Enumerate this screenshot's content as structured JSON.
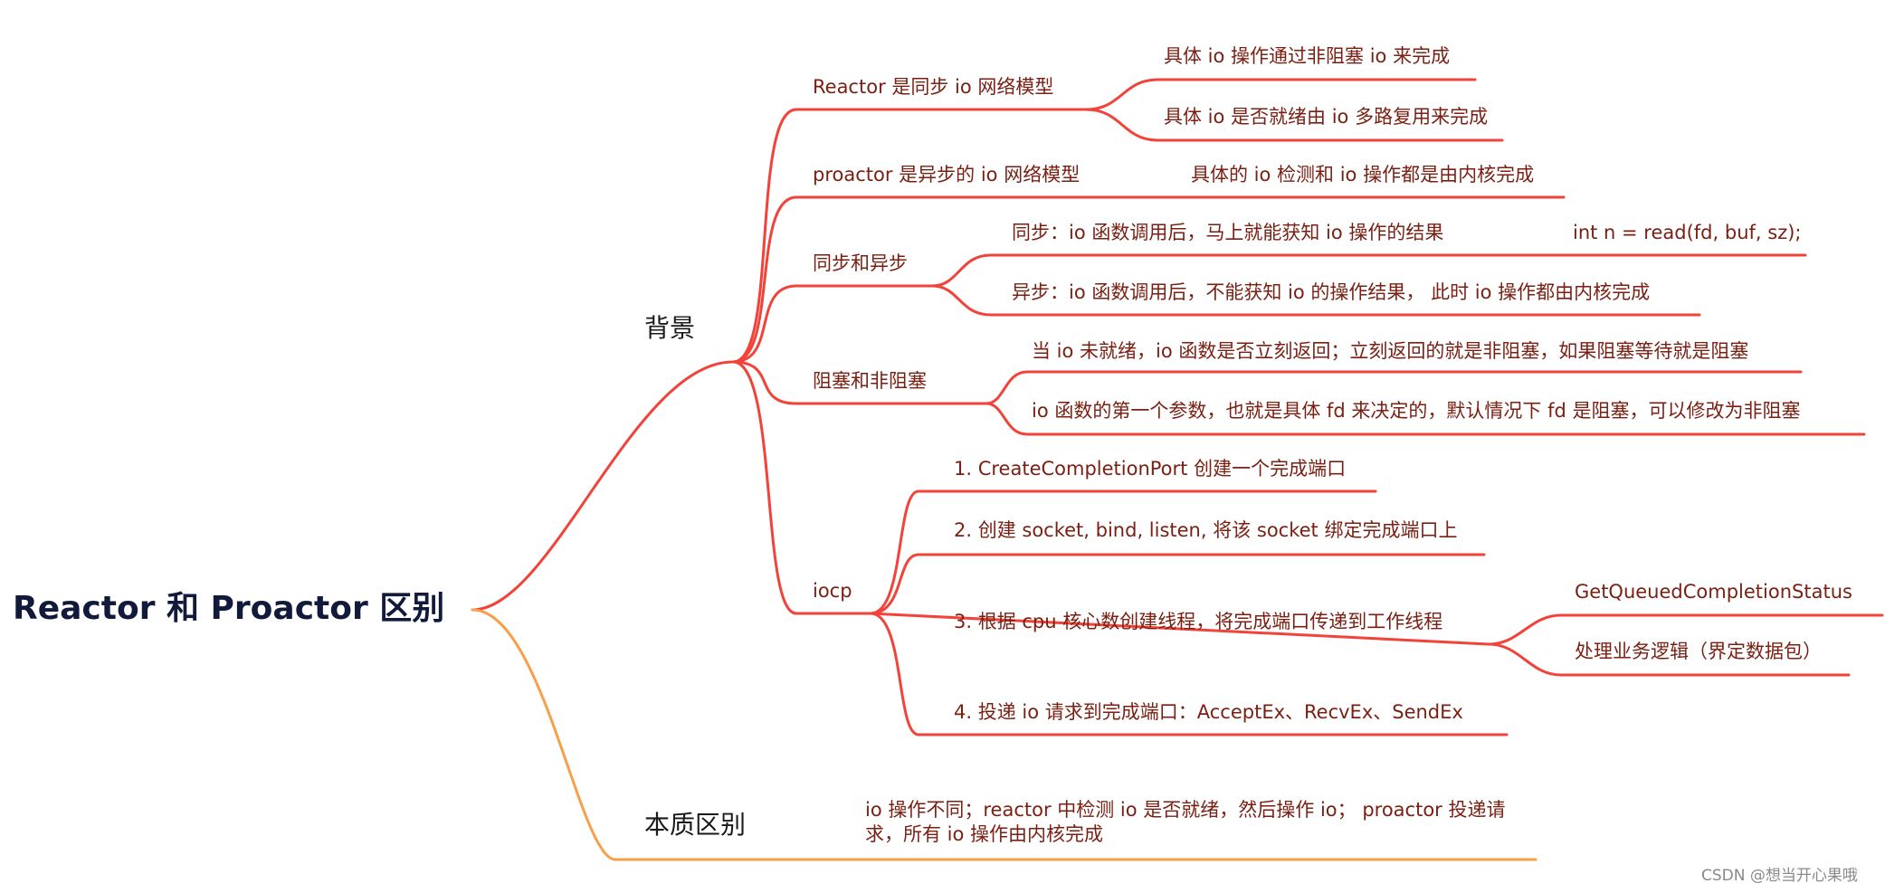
{
  "mindmap": {
    "root": "Reactor 和 Proactor 区别",
    "background": {
      "label": "背景",
      "reactor": {
        "label": "Reactor 是同步 io 网络模型",
        "children": [
          "具体 io 操作通过非阻塞 io 来完成",
          "具体 io 是否就绪由 io 多路复用来完成"
        ]
      },
      "proactor": {
        "label": "proactor 是异步的 io 网络模型",
        "child": "具体的 io 检测和 io 操作都是由内核完成"
      },
      "sync_async": {
        "label": "同步和异步",
        "sync": "同步：io 函数调用后，马上就能获知 io 操作的结果",
        "sync_example": "int n = read(fd, buf, sz);",
        "async": "异步：io 函数调用后，不能获知 io 的操作结果， 此时 io 操作都由内核完成"
      },
      "blocking": {
        "label": "阻塞和非阻塞",
        "children": [
          "当 io 未就绪，io 函数是否立刻返回；立刻返回的就是非阻塞，如果阻塞等待就是阻塞",
          "io 函数的第一个参数，也就是具体 fd 来决定的，默认情况下 fd 是阻塞，可以修改为非阻塞"
        ]
      },
      "iocp": {
        "label": "iocp",
        "steps": [
          "1. CreateCompletionPort 创建一个完成端口",
          "2. 创建 socket, bind, listen, 将该 socket 绑定完成端口上",
          "3. 根据 cpu 核心数创建线程，将完成端口传递到工作线程",
          "4. 投递 io 请求到完成端口：AcceptEx、RecvEx、SendEx"
        ],
        "step3_children": [
          "GetQueuedCompletionStatus",
          "处理业务逻辑（界定数据包）"
        ]
      }
    },
    "essence": {
      "label": "本质区别",
      "text": "io 操作不同；reactor  中检测 io 是否就绪，然后操作 io； proactor 投递请求，所有 io 操作由内核完成"
    }
  },
  "watermark": "CSDN @想当开心果哦",
  "colors": {
    "branch_red": "#f2433a",
    "branch_orange": "#f7a04a",
    "text_dark_red": "#7a1f12",
    "root_text": "#111a3a"
  }
}
